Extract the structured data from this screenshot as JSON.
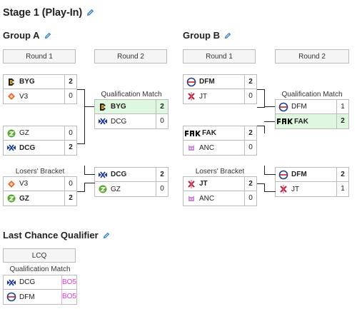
{
  "stage1": {
    "title": "Stage 1 (Play-In)",
    "groupA": {
      "title": "Group A",
      "round1_label": "Round 1",
      "round2_label": "Round 2",
      "match1": [
        {
          "name": "BYG",
          "score": "2"
        },
        {
          "name": "V3",
          "score": "0"
        }
      ],
      "match2": [
        {
          "name": "GZ",
          "score": "0"
        },
        {
          "name": "DCG",
          "score": "2"
        }
      ],
      "qual_caption": "Qualification Match",
      "qual": [
        {
          "name": "BYG",
          "score": "2"
        },
        {
          "name": "DCG",
          "score": "0"
        }
      ],
      "losers_caption": "Losers' Bracket",
      "losers": [
        {
          "name": "V3",
          "score": "0"
        },
        {
          "name": "GZ",
          "score": "2"
        }
      ],
      "final": [
        {
          "name": "DCG",
          "score": "2"
        },
        {
          "name": "GZ",
          "score": "0"
        }
      ]
    },
    "groupB": {
      "title": "Group B",
      "round1_label": "Round 1",
      "round2_label": "Round 2",
      "match1": [
        {
          "name": "DFM",
          "score": "2"
        },
        {
          "name": "JT",
          "score": "0"
        }
      ],
      "match2": [
        {
          "name": "FAK",
          "score": "2"
        },
        {
          "name": "ANC",
          "score": "0"
        }
      ],
      "qual_caption": "Qualification Match",
      "qual": [
        {
          "name": "DFM",
          "score": "1"
        },
        {
          "name": "FAK",
          "score": "2"
        }
      ],
      "losers_caption": "Losers' Bracket",
      "losers": [
        {
          "name": "JT",
          "score": "2"
        },
        {
          "name": "ANC",
          "score": "0"
        }
      ],
      "final": [
        {
          "name": "DFM",
          "score": "2"
        },
        {
          "name": "JT",
          "score": "1"
        }
      ]
    }
  },
  "lcq": {
    "title": "Last Chance Qualifier",
    "round_label": "LCQ",
    "caption": "Qualification Match",
    "rows": [
      {
        "name": "DCG",
        "score": "BO5"
      },
      {
        "name": "DFM",
        "score": "BO5"
      }
    ]
  },
  "colors": {
    "winner_bg": "#dff7df",
    "bo5_text": "#e03ad8",
    "bo5_border": "#e9a6e8",
    "pencil": "#3a7bd5"
  },
  "icons": {
    "BYG": "byg-logo-icon",
    "V3": "v3-logo-icon",
    "GZ": "gz-logo-icon",
    "DCG": "dcg-logo-icon",
    "DFM": "dfm-logo-icon",
    "JT": "jt-logo-icon",
    "FAK": "fak-logo-icon",
    "ANC": "anc-logo-icon",
    "edit": "pencil-icon"
  }
}
